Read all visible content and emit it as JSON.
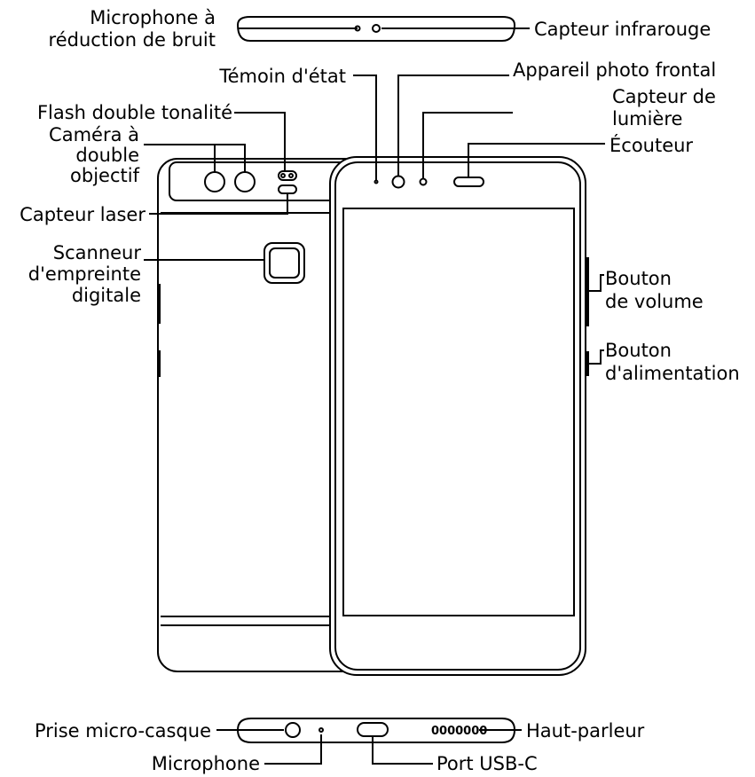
{
  "labels": {
    "noise_mic_l1": "Microphone à",
    "noise_mic_l2": "réduction de bruit",
    "ir_sensor": "Capteur infrarouge",
    "status_led": "Témoin d'état",
    "front_camera": "Appareil photo frontal",
    "light_sensor_l1": "Capteur de",
    "light_sensor_l2": "lumière",
    "earpiece": "Écouteur",
    "dual_flash": "Flash double tonalité",
    "dual_camera_l1": "Caméra à",
    "dual_camera_l2": "double",
    "dual_camera_l3": "objectif",
    "laser_sensor": "Capteur laser",
    "fingerprint_l1": "Scanneur",
    "fingerprint_l2": "d'empreinte",
    "fingerprint_l3": "digitale",
    "volume_l1": "Bouton",
    "volume_l2": "de volume",
    "power_l1": "Bouton",
    "power_l2": "d'alimentation",
    "headset_jack": "Prise micro-casque",
    "speaker": "Haut-parleur",
    "speaker_grille": "0000000",
    "microphone": "Microphone",
    "usb_port": "Port USB-C"
  }
}
